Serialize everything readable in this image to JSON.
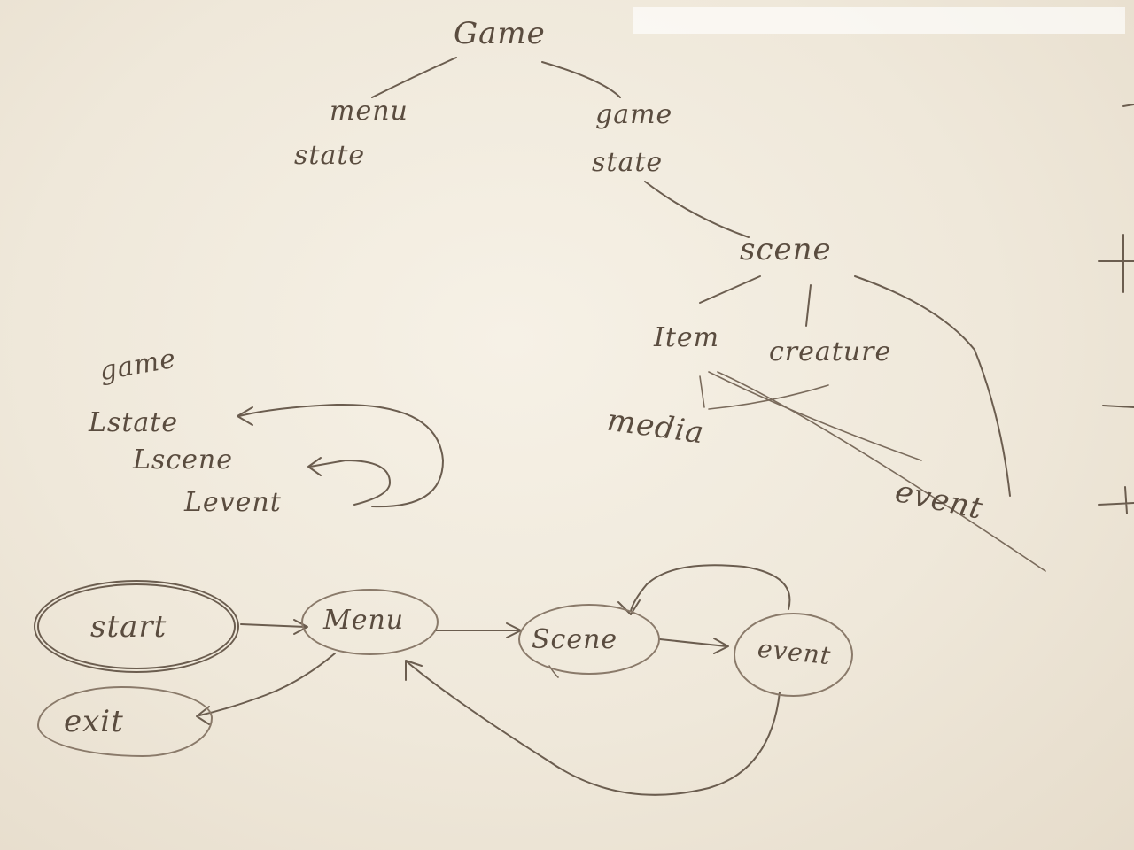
{
  "tree": {
    "root": "Game",
    "menu_line1": "menu",
    "menu_line2": "state",
    "game_line1": "game",
    "game_line2": "state",
    "scene": "scene",
    "item": "Item",
    "creature": "creature",
    "media": "media",
    "event": "event"
  },
  "hierarchy": {
    "game": "game",
    "state": "Lstate",
    "scene": "Lscene",
    "event": "Levent"
  },
  "flow": {
    "start": "start",
    "menu": "Menu",
    "scene": "Scene",
    "event": "event",
    "exit": "exit"
  }
}
